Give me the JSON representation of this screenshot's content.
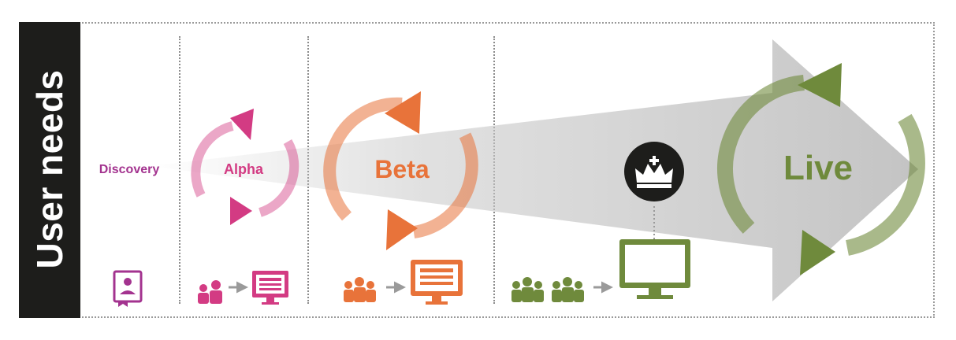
{
  "sidebar": {
    "title": "User needs"
  },
  "phases": {
    "discovery": {
      "label": "Discovery"
    },
    "alpha": {
      "label": "Alpha"
    },
    "beta": {
      "label": "Beta"
    },
    "live": {
      "label": "Live"
    }
  },
  "colors": {
    "discovery": "#a3338f",
    "alpha": "#d33b83",
    "beta": "#e8733a",
    "live": "#6f8a3c",
    "arrow_gray": "#c8c8c8",
    "sidebar_bg": "#1d1d1b"
  },
  "icons": {
    "discovery": "user-profile-book-icon",
    "alpha_users": "two-users-icon",
    "alpha_screen": "monitor-icon",
    "beta_users": "three-users-icon",
    "beta_screen": "monitor-icon",
    "live_users": "six-users-icon",
    "live_screen": "monitor-icon",
    "crown": "crown-icon"
  }
}
